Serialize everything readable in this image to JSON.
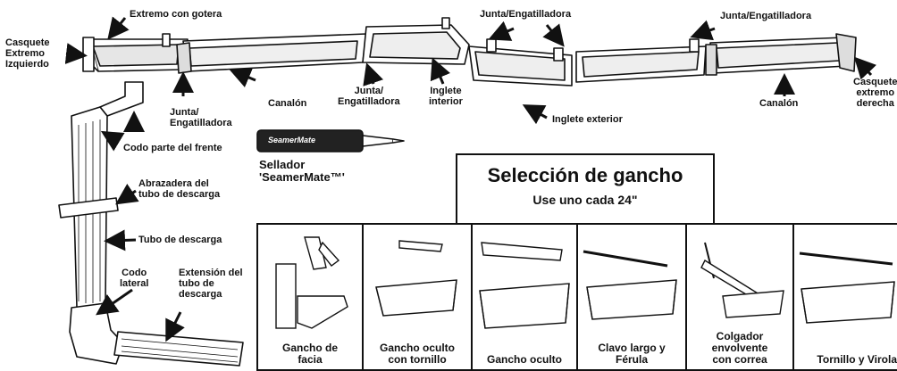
{
  "labels": {
    "end_cap_with_outlet": "Extremo con gotera",
    "left_end_cap": [
      "Casquete",
      "Extremo",
      "Izquierdo"
    ],
    "joint_1": [
      "Junta/",
      "Engatilladora"
    ],
    "gutter_1": "Canalón",
    "joint_2": [
      "Junta/",
      "Engatilladora"
    ],
    "inside_miter": [
      "Inglete",
      "interior"
    ],
    "joint_top_1": "Junta/Engatilladora",
    "outside_miter": "Inglete exterior",
    "joint_top_2": "Junta/Engatilladora",
    "gutter_2": "Canalón",
    "right_end_cap": [
      "Casquete",
      "extremo",
      "derecha"
    ],
    "front_elbow": "Codo parte del frente",
    "downspout_bracket": [
      "Abrazadera del",
      "tubo de descarga"
    ],
    "downspout": "Tubo de descarga",
    "side_elbow": [
      "Codo",
      "lateral"
    ],
    "downspout_extension": [
      "Extensión del",
      "tubo de",
      "descarga"
    ],
    "sealer": [
      "Sellador",
      "'SeamerMate™'"
    ],
    "sealer_brand": "SeamerMate"
  },
  "hanger_selection": {
    "title": "Selección de gancho",
    "subtitle": "Use uno cada 24\"",
    "options": [
      {
        "label": [
          "Gancho de",
          "facia"
        ],
        "icon": "fascia-hanger-icon"
      },
      {
        "label": [
          "Gancho oculto",
          "con tornillo"
        ],
        "icon": "hidden-hanger-screw-icon"
      },
      {
        "label": [
          "Gancho oculto"
        ],
        "icon": "hidden-hanger-icon"
      },
      {
        "label": [
          "Clavo largo y",
          "Férula"
        ],
        "icon": "spike-ferrule-icon"
      },
      {
        "label": [
          "Colgador",
          "envolvente",
          "con correa"
        ],
        "icon": "strap-hanger-icon"
      },
      {
        "label": [
          "Tornillo y Virola"
        ],
        "icon": "screw-ferrule-icon"
      }
    ]
  }
}
